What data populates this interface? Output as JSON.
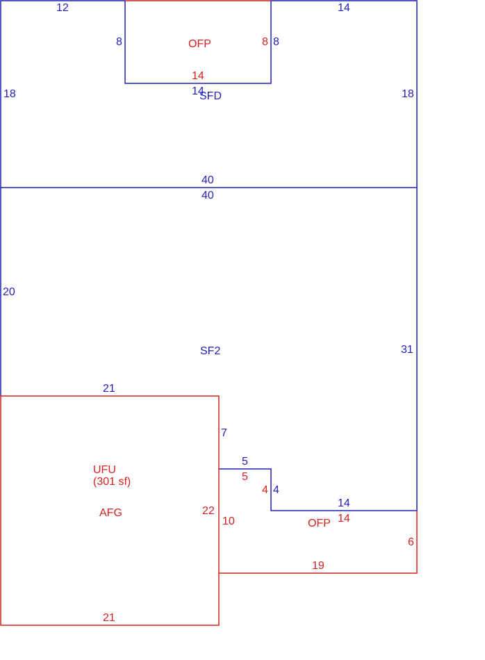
{
  "colors": {
    "blue": "#1f1fb8",
    "red": "#d42020"
  },
  "areas": {
    "sfd": {
      "label": "SFD",
      "top": "12",
      "top_right": "14",
      "left": "18",
      "right": "18",
      "bottom": "40"
    },
    "ofp_top": {
      "label": "OFP",
      "left": "8",
      "right": "8",
      "bottom": "14"
    },
    "sfd_notch": {
      "left": "8",
      "bottom": "14"
    },
    "sf2": {
      "label": "SF2",
      "top": "40",
      "left": "20",
      "right": "31",
      "bottom_left": "21",
      "step_left": "7",
      "step_top": "5",
      "step_right": "4",
      "bottom_right": "14"
    },
    "ufu": {
      "label": "UFU",
      "area": "(301 sf)",
      "sublabel": "AFG",
      "top": "21",
      "right": "22",
      "bottom": "21"
    },
    "ofp_bottom": {
      "label": "OFP",
      "step_top": "5",
      "step_left": "4",
      "top": "14",
      "right": "6",
      "bottom": "19",
      "left": "10"
    }
  }
}
